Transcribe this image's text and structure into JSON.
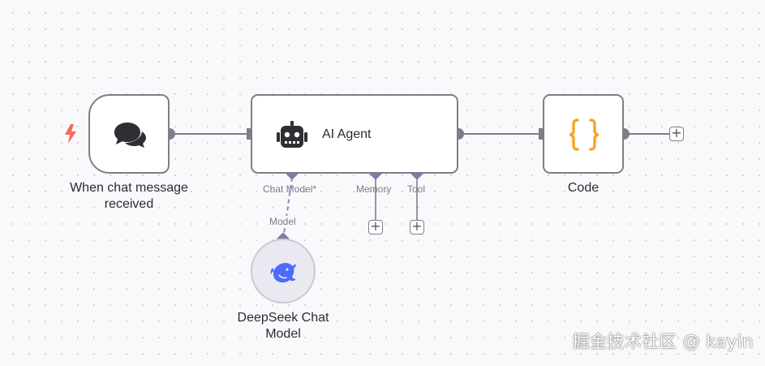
{
  "nodes": {
    "trigger": {
      "label_line1": "When chat message",
      "label_line2": "received",
      "icon": "chat-bubbles-icon",
      "trigger_icon": "lightning-bolt-icon"
    },
    "agent": {
      "title": "AI Agent",
      "icon": "robot-icon",
      "ports": {
        "chat_model": "Chat Model",
        "chat_model_required": "*",
        "memory": "Memory",
        "tool": "Tool"
      }
    },
    "code": {
      "label": "Code",
      "icon": "curly-braces-icon"
    },
    "model": {
      "label_line1": "DeepSeek Chat",
      "label_line2": "Model",
      "connector_label": "Model",
      "icon": "deepseek-whale-icon"
    }
  },
  "buttons": {
    "add": "+"
  },
  "watermark": "掘金技术社区 @ kayin",
  "colors": {
    "canvas_bg": "#f9f9fb",
    "node_border": "#7e7e88",
    "port_diamond": "#7d7da8",
    "trigger_bolt": "#f26b5b",
    "code_braces": "#f6a623",
    "deepseek_blue": "#4d6bfe",
    "connection": "#7e7e88"
  }
}
